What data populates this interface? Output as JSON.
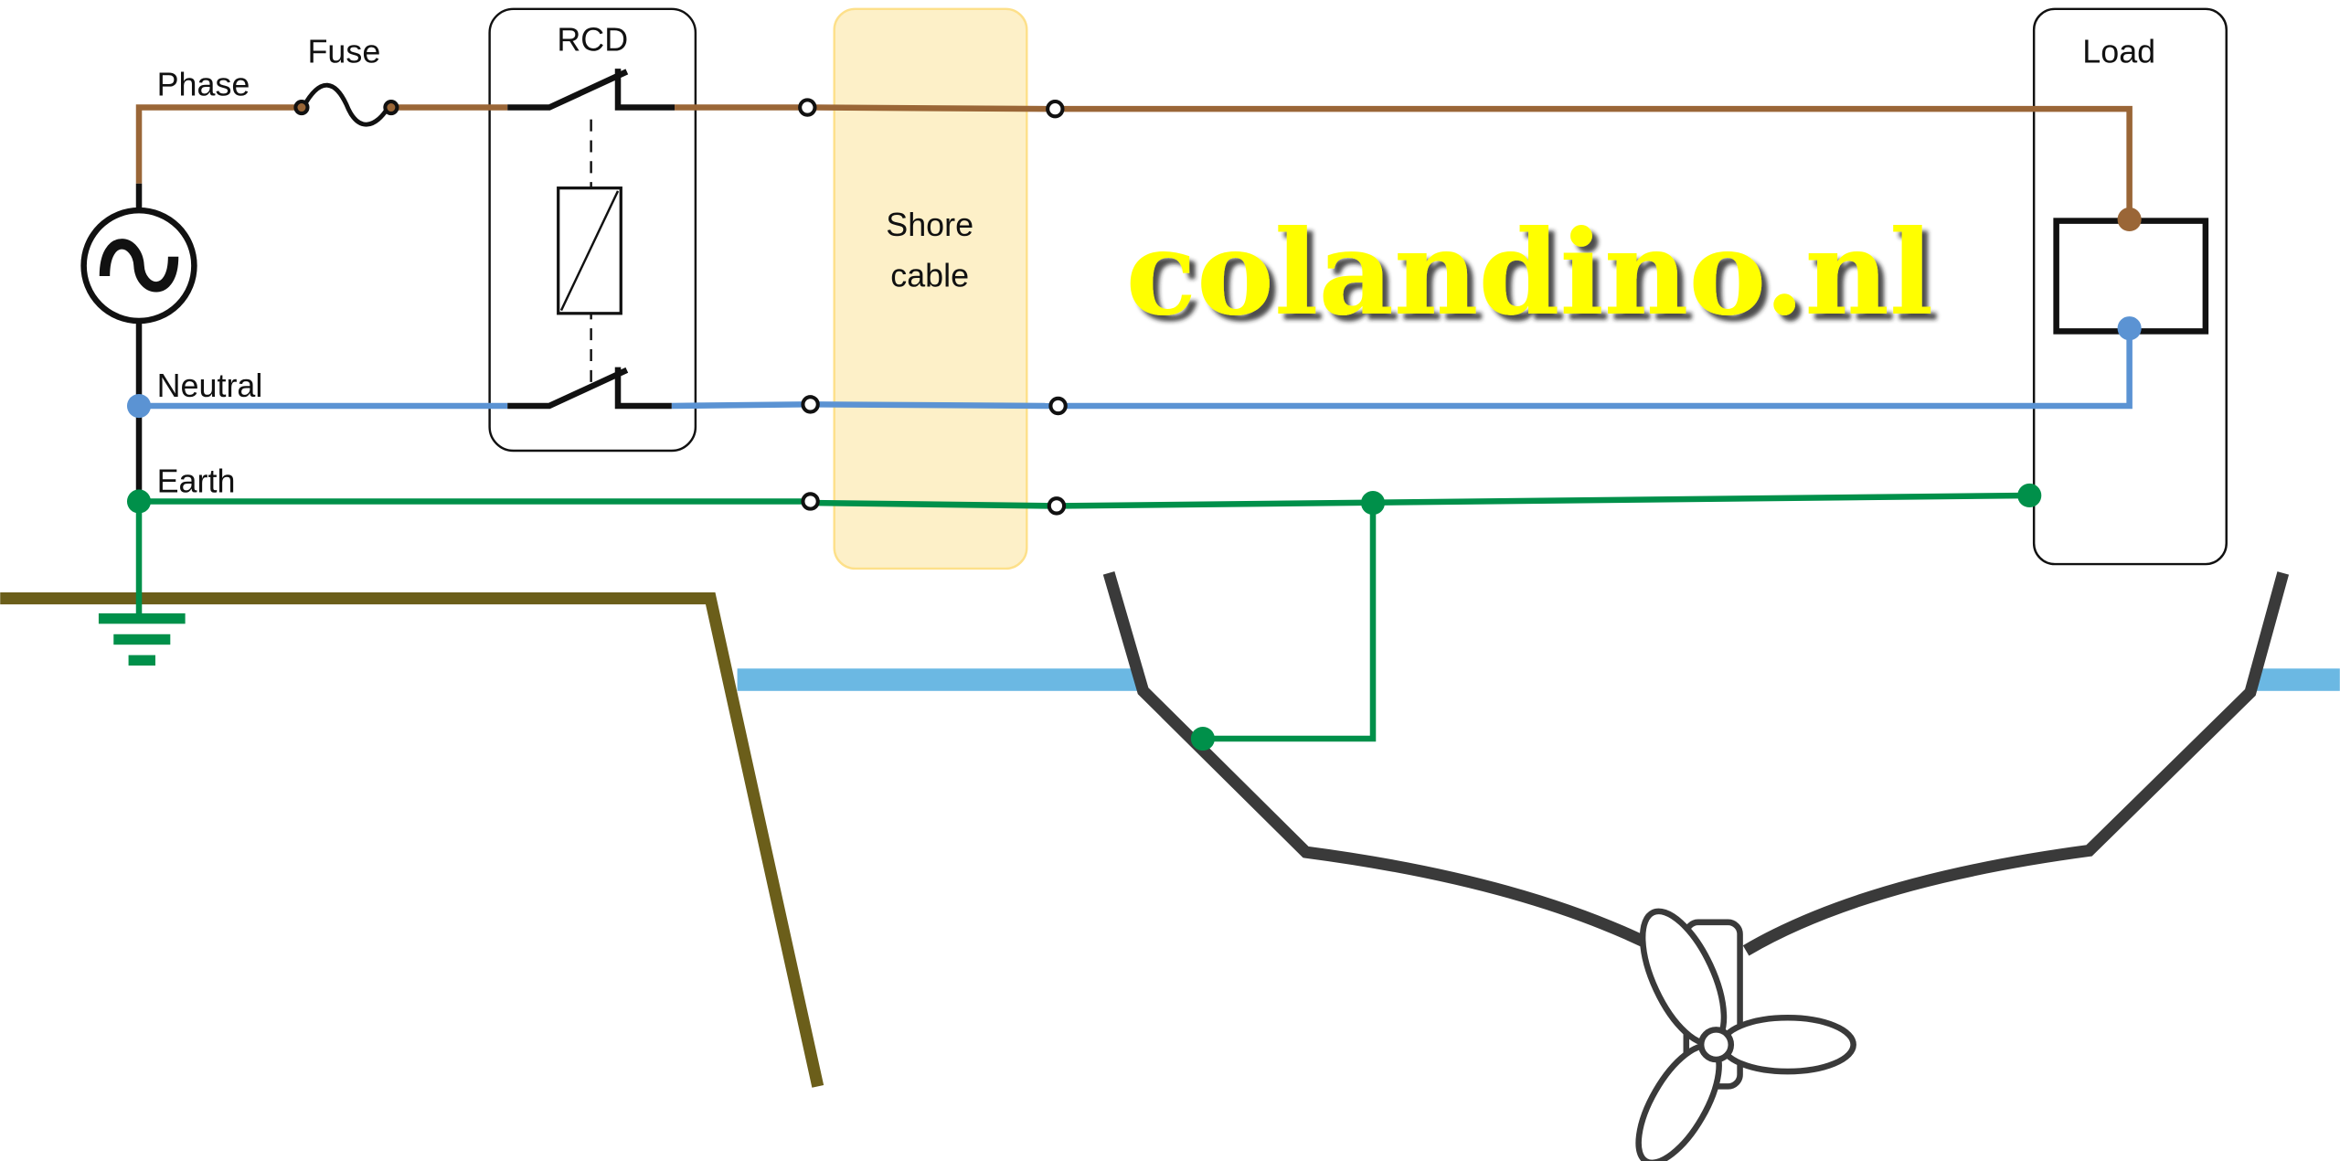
{
  "labels": {
    "phase": "Phase",
    "fuse": "Fuse",
    "rcd": "RCD",
    "neutral": "Neutral",
    "earth": "Earth",
    "shore_line1": "Shore",
    "shore_line2": "cable",
    "load": "Load"
  },
  "watermark": "colandino.nl",
  "colors": {
    "phase": "#9a6637",
    "neutral": "#5b93d3",
    "earth": "#00904a",
    "ground": "#6b5e1a",
    "water": "#6bb8e3",
    "hull": "#3a3a3a",
    "shore": "#fdf0c8",
    "watermark": "#ffff00"
  }
}
